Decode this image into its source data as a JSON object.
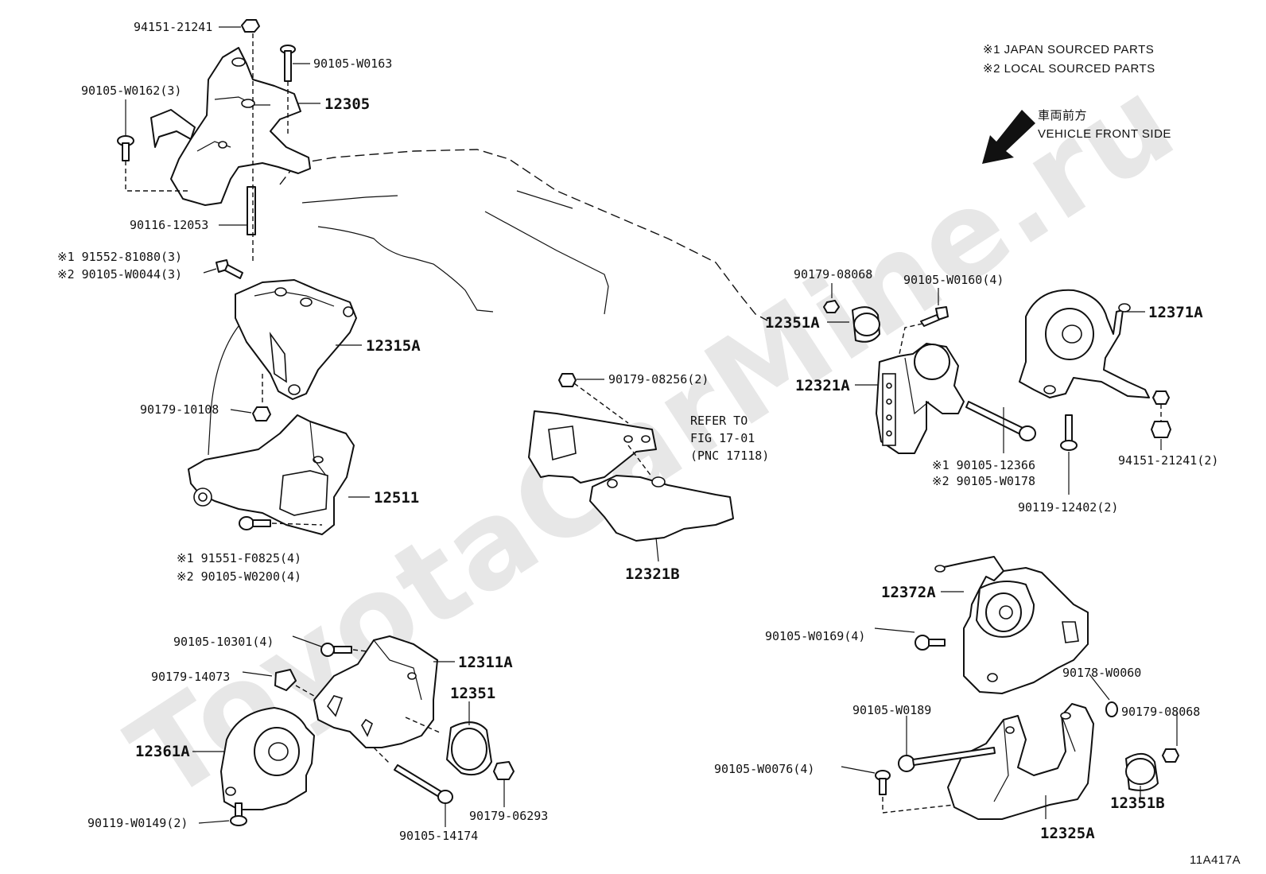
{
  "watermark": "ToyotaCarMine.ru",
  "legend": {
    "japan": "※1  JAPAN SOURCED PARTS",
    "local": "※2  LOCAL SOURCED PARTS",
    "front_jp": "車両前方",
    "front_en": "VEHICLE FRONT SIDE"
  },
  "refer": {
    "line1": "REFER TO",
    "line2": "FIG 17-01",
    "line3": "(PNC 17118)"
  },
  "figure_id": "11A417A",
  "labels": {
    "p94151_top": "94151-21241",
    "p90105_w0163": "90105-W0163",
    "p90105_w0162": "90105-W0162(3)",
    "p12305": "12305",
    "p90116": "90116-12053",
    "p91552": "※1 91552-81080(3)",
    "p90105_w0044": "※2 90105-W0044(3)",
    "p12315a": "12315A",
    "p90179_10108": "90179-10108",
    "p12511": "12511",
    "p91551": "※1  91551-F0825(4)",
    "p90105_w0200": "※2  90105-W0200(4)",
    "p90179_08256": "90179-08256(2)",
    "p12321b": "12321B",
    "p90179_08068_top": "90179-08068",
    "p90105_w0160": "90105-W0160(4)",
    "p12351a": "12351A",
    "p12321a": "12321A",
    "p12371a": "12371A",
    "p90105_12366": "※1 90105-12366",
    "p90105_w0178": "※2 90105-W0178",
    "p90119_12402": "90119-12402(2)",
    "p94151_right": "94151-21241(2)",
    "p12372a": "12372A",
    "p90105_w0169": "90105-W0169(4)",
    "p90178_w0060": "90178-W0060",
    "p90105_w0189": "90105-W0189",
    "p90179_08068_bot": "90179-08068",
    "p90105_w0076": "90105-W0076(4)",
    "p12351b": "12351B",
    "p12325a": "12325A",
    "p90105_10301": "90105-10301(4)",
    "p12311a": "12311A",
    "p90179_14073": "90179-14073",
    "p12351": "12351",
    "p12361a": "12361A",
    "p90179_06293": "90179-06293",
    "p90119_w0149": "90119-W0149(2)",
    "p90105_14174": "90105-14174"
  }
}
